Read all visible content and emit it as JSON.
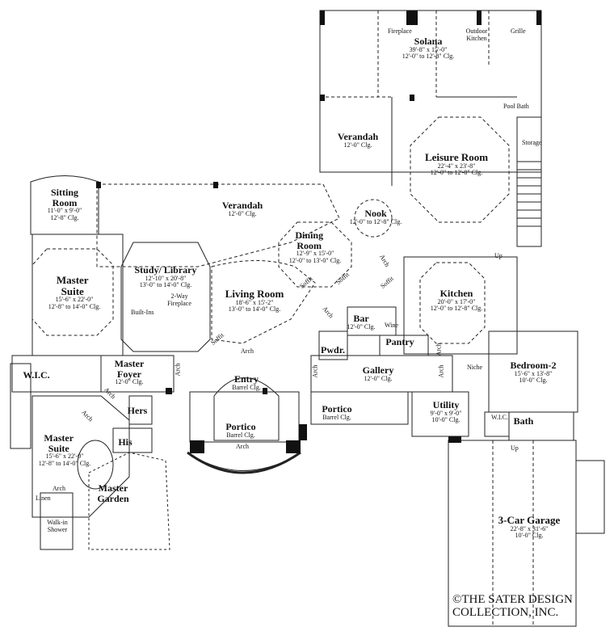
{
  "rooms": [
    {
      "id": "solana",
      "name": "Solana",
      "dims": "39'-8\" x 15'-0\"",
      "clg": "12'-0\" to 12'-8\" Clg."
    },
    {
      "id": "verandah_top",
      "name": "Verandah",
      "dims": "",
      "clg": "12'-0\" Clg."
    },
    {
      "id": "leisure",
      "name": "Leisure Room",
      "dims": "22'-4\" x 23'-8\"",
      "clg": "12'-0\" to 12'-8\" Clg."
    },
    {
      "id": "sitting",
      "name": "Sitting Room",
      "dims": "11'-0\" x 9'-0\"",
      "clg": "12'-8\" Clg."
    },
    {
      "id": "verandah_main",
      "name": "Verandah",
      "dims": "",
      "clg": "12'-0\" Clg."
    },
    {
      "id": "nook",
      "name": "Nook",
      "dims": "",
      "clg": "12'-0\" to 12'-8\" Clg."
    },
    {
      "id": "dining",
      "name": "Dining Room",
      "dims": "12'-9\" x 15'-0\"",
      "clg": "12'-0\" to 13'-0\" Clg."
    },
    {
      "id": "study",
      "name": "Study/ Library",
      "dims": "12'-10\" x 20'-8\"",
      "clg": "13'-0\" to 14'-0\" Clg."
    },
    {
      "id": "master_suite",
      "name": "Master Suite",
      "dims": "15'-6\" x 22'-0\"",
      "clg": "12'-8\" to 14'-0\" Clg."
    },
    {
      "id": "living",
      "name": "Living Room",
      "dims": "18'-6\" x 15'-2\"",
      "clg": "13'-0\" to 14'-0\" Clg."
    },
    {
      "id": "kitchen",
      "name": "Kitchen",
      "dims": "20'-0\" x 17'-0\"",
      "clg": "12'-0\" to 12'-8\" Clg."
    },
    {
      "id": "bar",
      "name": "Bar",
      "dims": "",
      "clg": "12'-0\" Clg."
    },
    {
      "id": "pantry",
      "name": "Pantry",
      "dims": "",
      "clg": ""
    },
    {
      "id": "pwdr",
      "name": "Pwdr.",
      "dims": "",
      "clg": ""
    },
    {
      "id": "gallery",
      "name": "Gallery",
      "dims": "",
      "clg": "12'-0\" Clg."
    },
    {
      "id": "bedroom2",
      "name": "Bedroom-2",
      "dims": "15'-6\" x 13'-8\"",
      "clg": "10'-0\" Clg."
    },
    {
      "id": "wic_left",
      "name": "W.I.C.",
      "dims": "",
      "clg": ""
    },
    {
      "id": "master_foyer",
      "name": "Master Foyer",
      "dims": "",
      "clg": "12'-0\" Clg."
    },
    {
      "id": "entry",
      "name": "Entry",
      "dims": "",
      "clg": "Barrel Clg."
    },
    {
      "id": "portico_main",
      "name": "Portico",
      "dims": "",
      "clg": "Barrel Clg."
    },
    {
      "id": "portico_side",
      "name": "Portico",
      "dims": "",
      "clg": "Barrel Clg."
    },
    {
      "id": "utility",
      "name": "Utility",
      "dims": "9'-0\" x 9'-0\"",
      "clg": "10'-0\" Clg."
    },
    {
      "id": "bath",
      "name": "Bath",
      "dims": "",
      "clg": ""
    },
    {
      "id": "hers",
      "name": "Hers",
      "dims": "",
      "clg": ""
    },
    {
      "id": "his",
      "name": "His",
      "dims": "",
      "clg": ""
    },
    {
      "id": "master_suite_bath",
      "name": "Master Suite",
      "dims": "15'-6\" x 22'-0\"",
      "clg": "12'-8\" to 14'-0\" Clg."
    },
    {
      "id": "master_garden",
      "name": "Master Garden",
      "dims": "",
      "clg": ""
    },
    {
      "id": "garage",
      "name": "3-Car Garage",
      "dims": "22'-8\" x 31'-6\"",
      "clg": "10'-0\" Clg."
    }
  ],
  "fixtures": {
    "fireplace": "Fireplace",
    "outdoor_kitchen": "Outdoor Kitchen",
    "grille": "Grille",
    "pool_bath": "Pool Bath",
    "storage": "Storage",
    "up_stair": "Up",
    "up_garage": "Up",
    "built_ins": "Built-Ins",
    "two_way_fireplace": "2-Way Fireplace",
    "wine": "Wine",
    "niche": "Niche",
    "wic_right": "W.I.C.",
    "linen": "Linen",
    "walk_in_shower": "Walk-in Shower",
    "arch": "Arch",
    "soffit": "Soffit"
  },
  "copyright": {
    "line1": "©THE SATER DESIGN",
    "line2": "COLLECTION, INC."
  }
}
